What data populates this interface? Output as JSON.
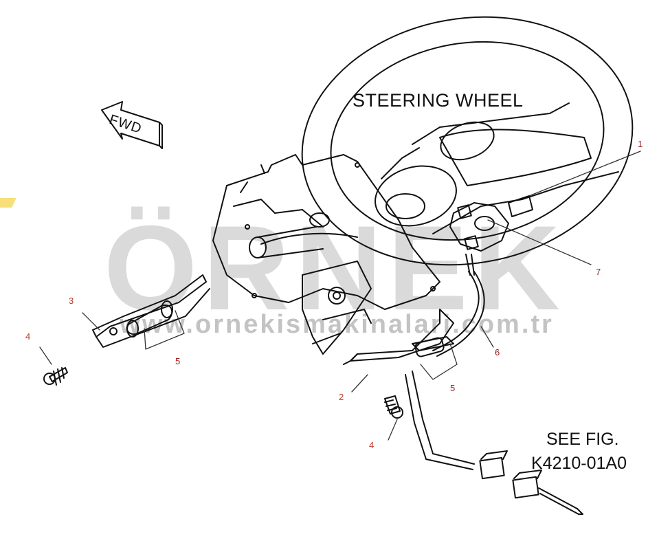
{
  "labels": {
    "steering_wheel": "STEERING WHEEL",
    "fwd": "FWD",
    "see_fig_line1": "SEE FIG.",
    "see_fig_line2": "K4210-01A0"
  },
  "watermark": {
    "brand": "ÖRNEK",
    "url": "www.ornekismakinalari.com.tr"
  },
  "callouts": {
    "c1": "1",
    "c2": "2",
    "c3": "3",
    "c4a": "4",
    "c4b": "4",
    "c5a": "5",
    "c5b": "5",
    "c6": "6",
    "c7": "7"
  },
  "colors": {
    "line": "#111111",
    "callout_leader": "#333333",
    "callout_num_red": "#c0392b",
    "callout_num_dark": "#9b1c1c",
    "watermark_gray": "#c9c9c9",
    "watermark_accent": "#f1c40f"
  }
}
